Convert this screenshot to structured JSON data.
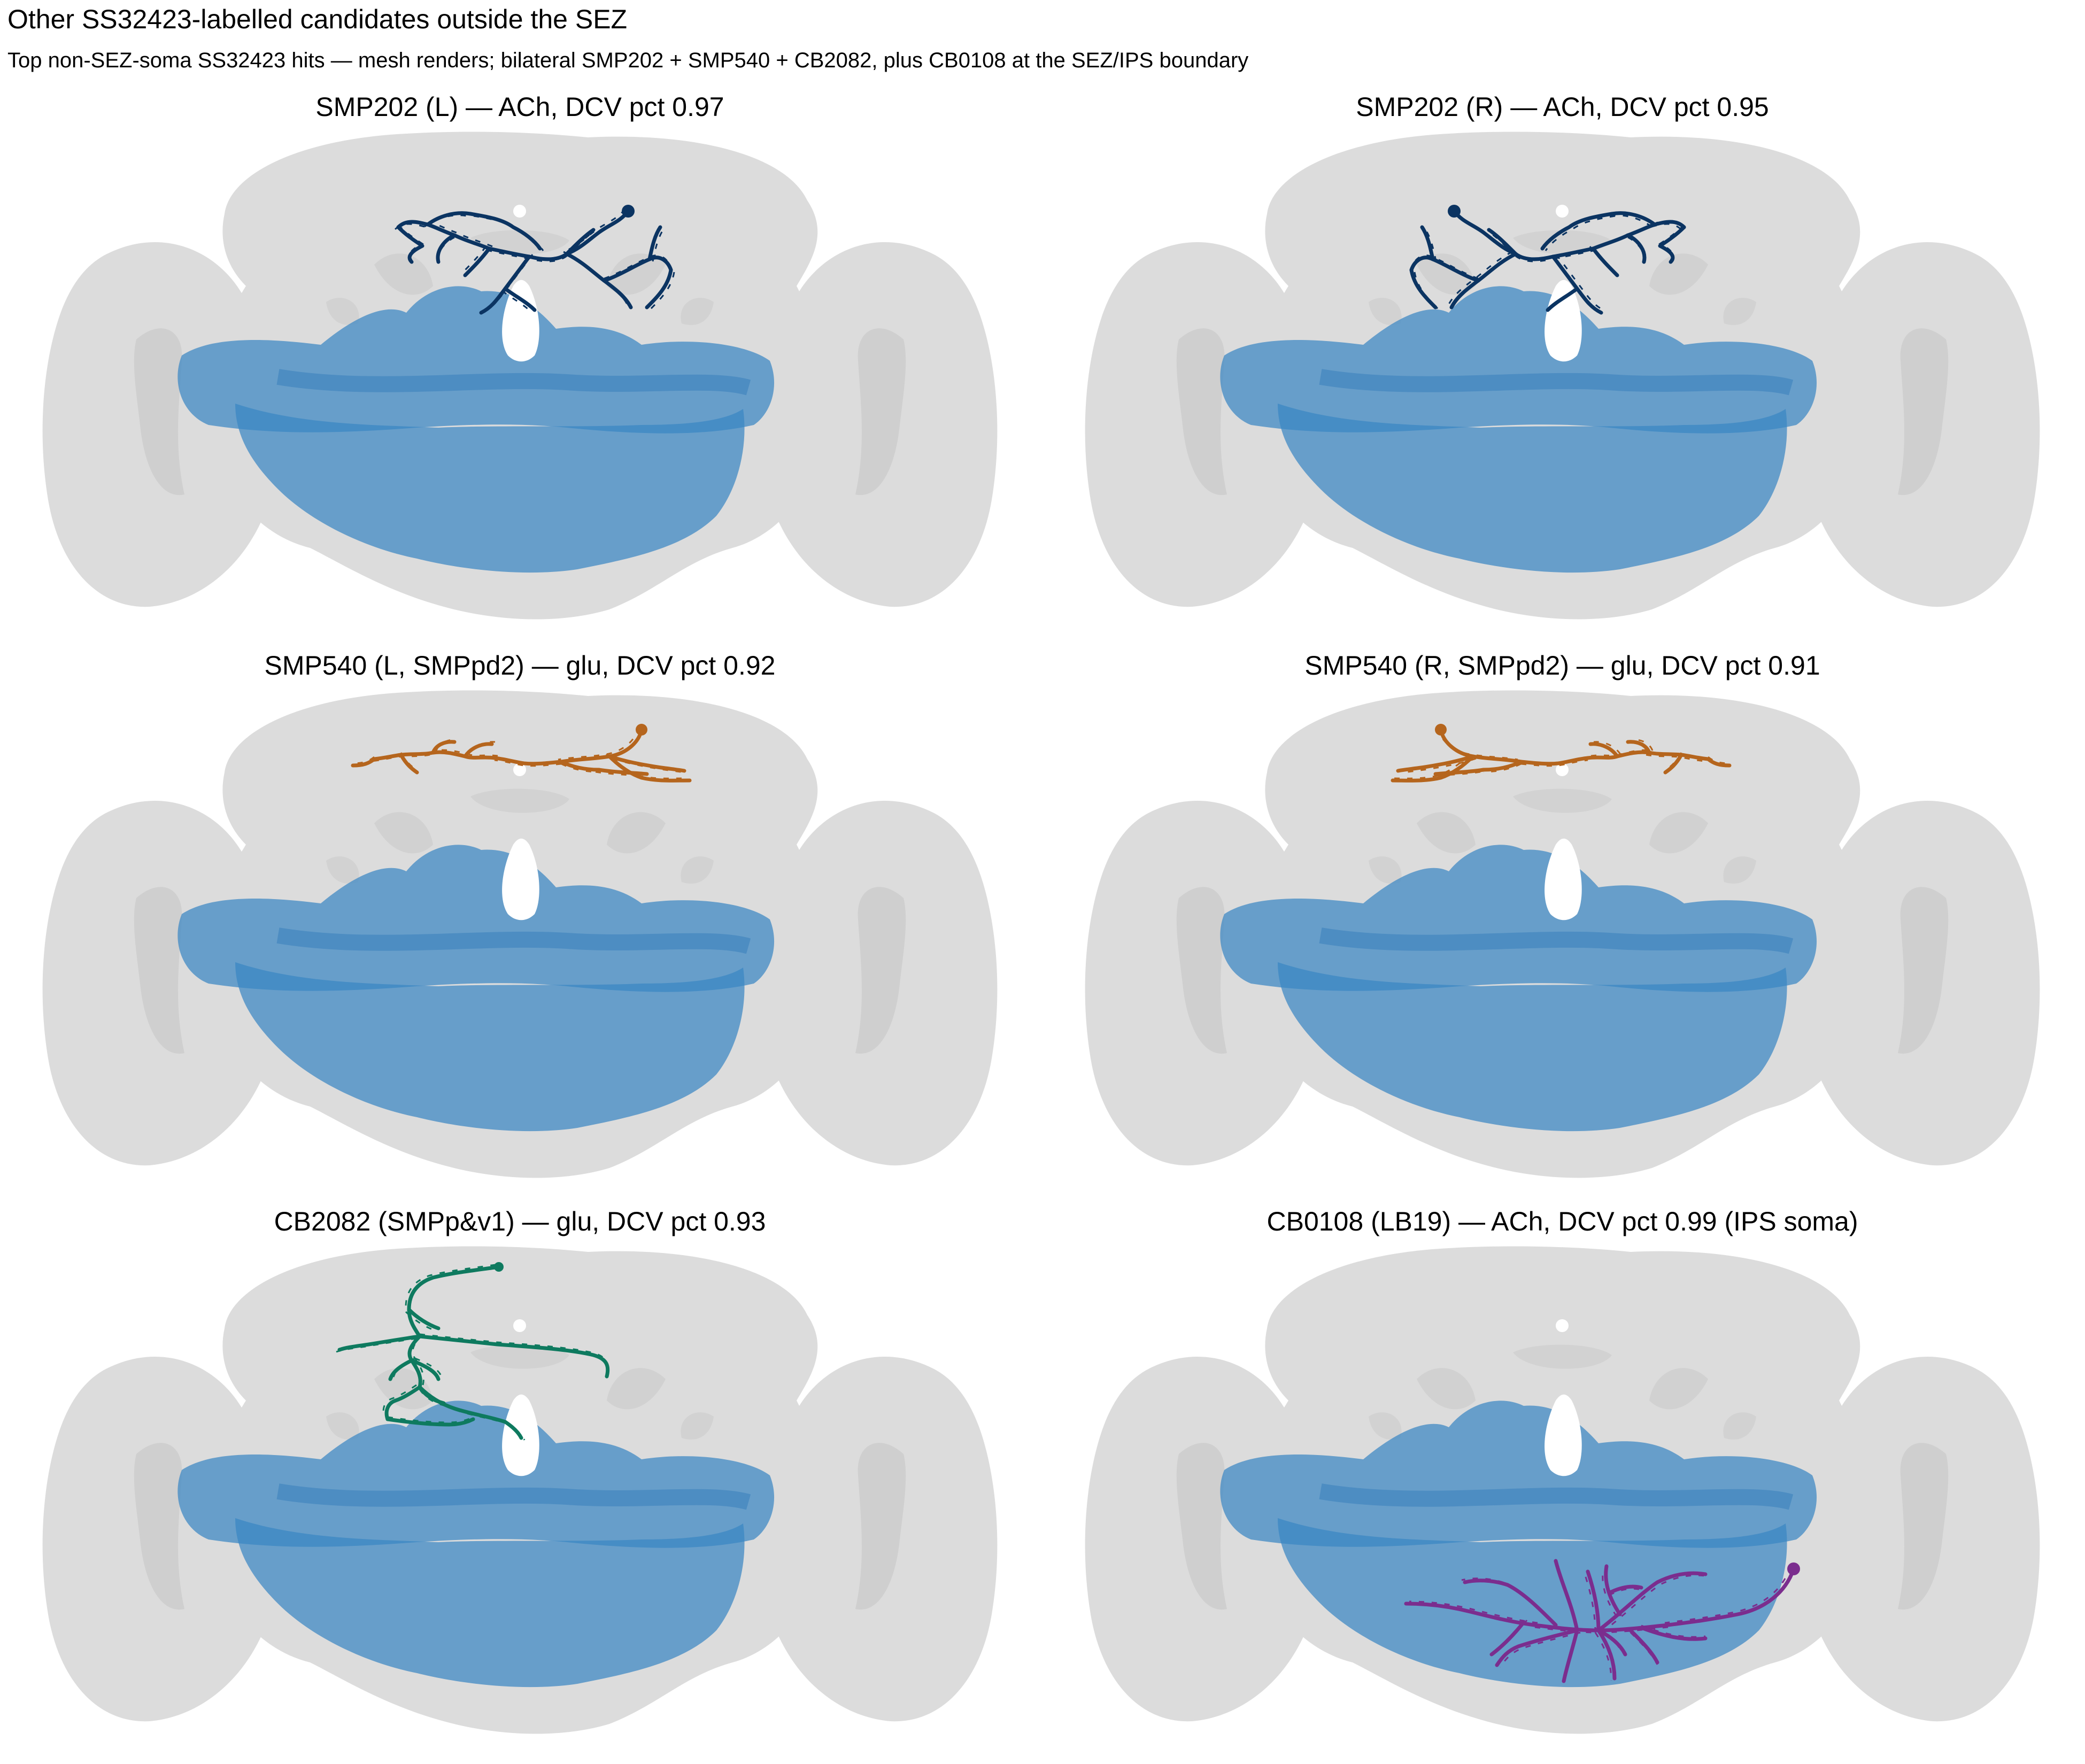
{
  "figure": {
    "title": "Other SS32423-labelled candidates outside the SEZ",
    "subtitle": "Top non-SEZ-soma SS32423 hits — mesh renders; bilateral SMP202 + SMP540 + CB2082, plus CB0108 at the SEZ/IPS boundary"
  },
  "colors": {
    "brain": "#dcdcdc",
    "brain_detail": "#cccccc",
    "sez": "#3a87c4",
    "sez_dark": "#2f78b8"
  },
  "panels": [
    {
      "title": "SMP202 (L) — ACh, DCV pct 0.97",
      "neuron_color": "#0b3462",
      "neuron_shape": "smp202-left"
    },
    {
      "title": "SMP202 (R) — ACh, DCV pct 0.95",
      "neuron_color": "#0b3462",
      "neuron_shape": "smp202-right"
    },
    {
      "title": "SMP540 (L, SMPpd2) — glu, DCV pct 0.92",
      "neuron_color": "#b5651d",
      "neuron_shape": "smp540-left"
    },
    {
      "title": "SMP540 (R, SMPpd2) — glu, DCV pct 0.91",
      "neuron_color": "#b5651d",
      "neuron_shape": "smp540-right"
    },
    {
      "title": "CB2082 (SMPp&v1) — glu, DCV pct 0.93",
      "neuron_color": "#0e7a5f",
      "neuron_shape": "cb2082"
    },
    {
      "title": "CB0108 (LB19) — ACh, DCV pct 0.99 (IPS soma)",
      "neuron_color": "#7b2d8e",
      "neuron_shape": "cb0108"
    }
  ]
}
